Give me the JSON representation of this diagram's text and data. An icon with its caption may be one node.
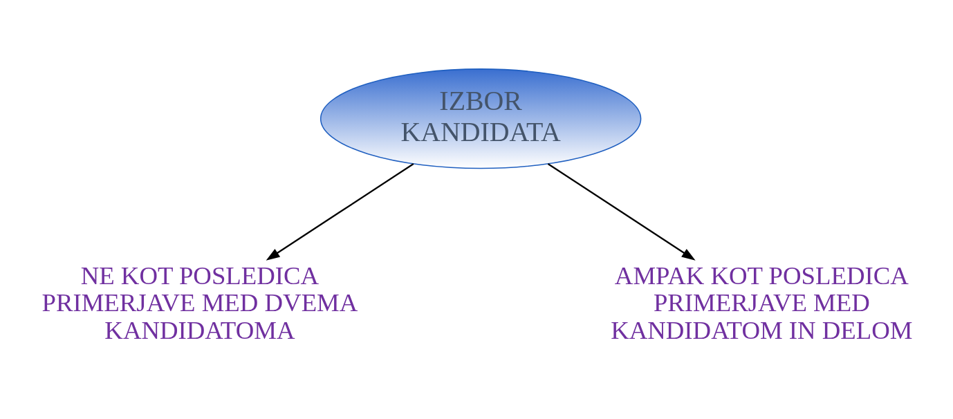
{
  "diagram": {
    "nodes": [
      {
        "text": [
          "IZBOR KANDIDATA"
        ]
      },
      {
        "text": [
          "NE KOT POSLEDICA PRIMERJAVE MED DVEMA KANDIDATOMA"
        ]
      },
      {
        "text": [
          "AMPAK KOT POSLEDICA PRIMERJAVE MED KANDIDATOM IN DELOM"
        ]
      }
    ],
    "edges": [
      {
        "from": 0,
        "to": 1,
        "arrow": "to"
      },
      {
        "from": 0,
        "to": 2,
        "arrow": "to"
      }
    ]
  }
}
